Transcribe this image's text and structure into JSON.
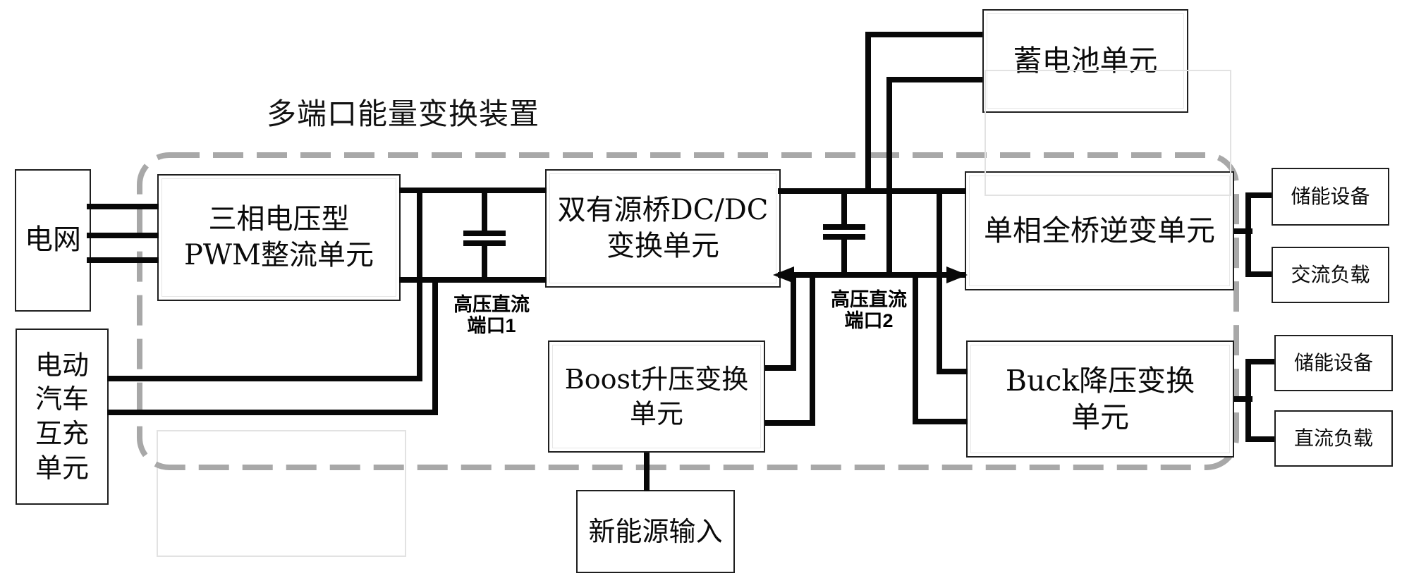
{
  "title": "多端口能量变换装置",
  "boxes": {
    "grid": {
      "label": "电网"
    },
    "ev": {
      "label": "电动\n汽车\n互充\n单元"
    },
    "pwm": {
      "label": "三相电压型\nPWM整流单元"
    },
    "dab": {
      "label": "双有源桥DC/DC\n变换单元"
    },
    "inverter": {
      "label": "单相全桥逆变单元"
    },
    "boost": {
      "label": "Boost升压变换\n单元"
    },
    "buck": {
      "label": "Buck降压变换\n单元"
    },
    "battery": {
      "label": "蓄电池单元"
    },
    "new_energy": {
      "label": "新能源输入"
    },
    "ac_storage": {
      "label": "储能设备"
    },
    "ac_load": {
      "label": "交流负载"
    },
    "dc_storage": {
      "label": "储能设备"
    },
    "dc_load": {
      "label": "直流负载"
    }
  },
  "ports": {
    "port1": {
      "label": "高压直流\n端口1"
    },
    "port2": {
      "label": "高压直流\n端口2"
    }
  },
  "colors": {
    "background": "#ffffff",
    "wire": "#080808",
    "box_border": "#1f1f1f",
    "dashed_border": "#a8a8a8",
    "faint_border": "#e2e2e2"
  }
}
